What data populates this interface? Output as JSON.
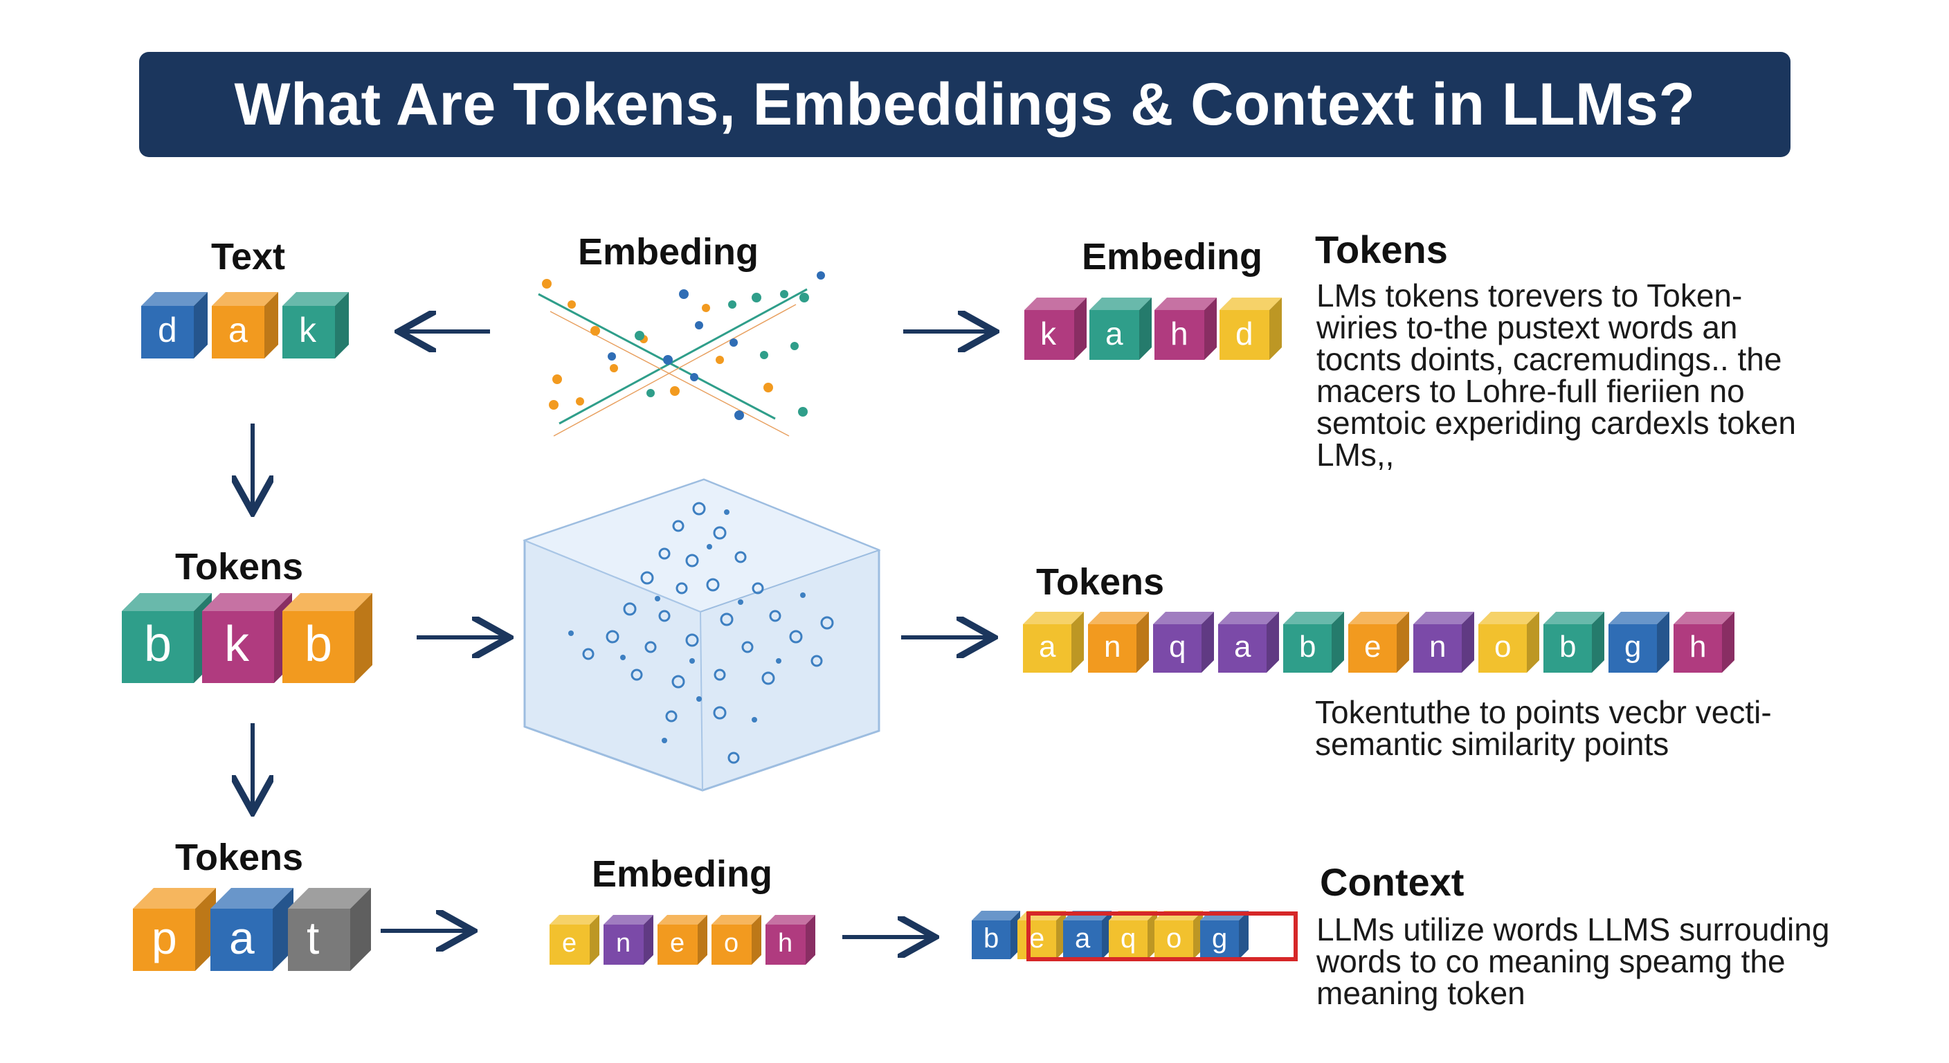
{
  "title": "What Are Tokens, Embeddings & Context in LLMs?",
  "labels": {
    "text": "Text",
    "embedding_top": "Embeding",
    "embedding_right": "Embeding",
    "tokens_heading": "Tokens",
    "tokens_left_mid": "Tokens",
    "tokens_right_mid": "Tokens",
    "tokens_left_bottom": "Tokens",
    "embedding_bottom": "Embeding",
    "context": "Context"
  },
  "paragraphs": {
    "tokens_desc": "LMs tokens torevers to Token-\nwiries to-the pustext words an\ntocnts doints, cacremudings.. the\nmacers to Lohre-full fieriien no\nsemtoic experiding cardexls token\nLMs,,",
    "vector_desc": "Tokentuthe to points vecbr vecti-\nsemantic similarity points",
    "context_desc": "LLMs utilize words LLMS surrouding\nwords to co meaning speamg the\nmeaning token"
  },
  "cube_rows": {
    "text_row": [
      "d",
      "a",
      "k"
    ],
    "embedding_row": [
      "k",
      "a",
      "h",
      "d"
    ],
    "tokens_row": [
      "b",
      "k",
      "b"
    ],
    "long_tokens_row": [
      "a",
      "n",
      "q",
      "a",
      "b",
      "e",
      "n",
      "o",
      "b",
      "g",
      "h"
    ],
    "bottom_tokens_row": [
      "p",
      "a",
      "t"
    ],
    "bottom_embedding_row": [
      "e",
      "n",
      "e",
      "o",
      "h"
    ],
    "context_row": [
      "b",
      "e",
      "a",
      "q",
      "o",
      "g"
    ]
  },
  "colors": {
    "title_bg": "#1b365d",
    "arrow": "#1b365d",
    "highlight": "#d62728",
    "blue": "#2f6db5",
    "orange": "#f29a1f",
    "teal": "#2f9e8a",
    "magenta": "#b03b7f",
    "purple": "#7b4aa8",
    "yellow": "#f2c12e",
    "gray": "#7a7a7a"
  }
}
